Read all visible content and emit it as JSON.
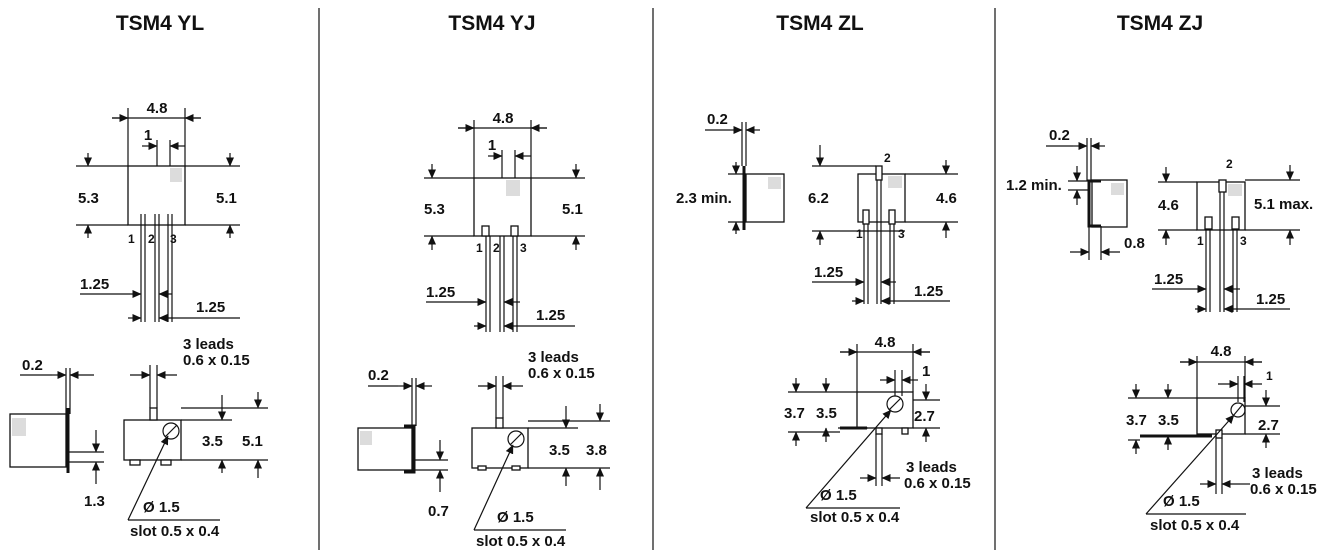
{
  "panels": [
    {
      "title": "TSM4 YL",
      "top": {
        "width": "4.8",
        "pitch": "1",
        "h_left": "5.3",
        "h_right": "5.1",
        "pin1": "1",
        "pin2": "2",
        "pin3": "3",
        "lead_left": "1.25",
        "lead_right": "1.25"
      },
      "side": {
        "thick": "0.2",
        "offset": "1.3"
      },
      "front": {
        "leads": "3 leads",
        "lead_size": "0.6 x 0.15",
        "h_inner": "3.5",
        "h_outer": "5.1",
        "dia": "Ø 1.5",
        "slot": "slot 0.5 x 0.4"
      }
    },
    {
      "title": "TSM4 YJ",
      "top": {
        "width": "4.8",
        "pitch": "1",
        "h_left": "5.3",
        "h_right": "5.1",
        "pin1": "1",
        "pin2": "2",
        "pin3": "3",
        "lead_left": "1.25",
        "lead_right": "1.25"
      },
      "side": {
        "thick": "0.2",
        "offset": "0.7"
      },
      "front": {
        "leads": "3 leads",
        "lead_size": "0.6 x 0.15",
        "h_inner": "3.5",
        "h_outer": "3.8",
        "dia": "Ø 1.5",
        "slot": "slot 0.5 x 0.4"
      }
    },
    {
      "title": "TSM4 ZL",
      "side": {
        "thick": "0.2",
        "min": "2.3 min."
      },
      "top": {
        "h_left": "6.2",
        "h_right": "4.6",
        "pin1": "1",
        "pin2": "2",
        "pin3": "3",
        "lead_left": "1.25",
        "lead_right": "1.25"
      },
      "front": {
        "width": "4.8",
        "pitch": "1",
        "h_outer": "3.7",
        "h_mid": "3.5",
        "h_right": "2.7",
        "leads": "3 leads",
        "lead_size": "0.6 x 0.15",
        "dia": "Ø 1.5",
        "slot": "slot 0.5 x 0.4"
      }
    },
    {
      "title": "TSM4 ZJ",
      "side": {
        "thick": "0.2",
        "min": "1.2 min.",
        "foot": "0.8"
      },
      "top": {
        "h_left": "4.6",
        "h_right": "5.1 max.",
        "pin1": "1",
        "pin2": "2",
        "pin3": "3",
        "lead_left": "1.25",
        "lead_right": "1.25"
      },
      "front": {
        "width": "4.8",
        "pitch": "1",
        "h_outer": "3.7",
        "h_mid": "3.5",
        "h_right": "2.7",
        "leads": "3 leads",
        "lead_size": "0.6 x 0.15",
        "dia": "Ø 1.5",
        "slot": "slot 0.5 x 0.4"
      }
    }
  ]
}
